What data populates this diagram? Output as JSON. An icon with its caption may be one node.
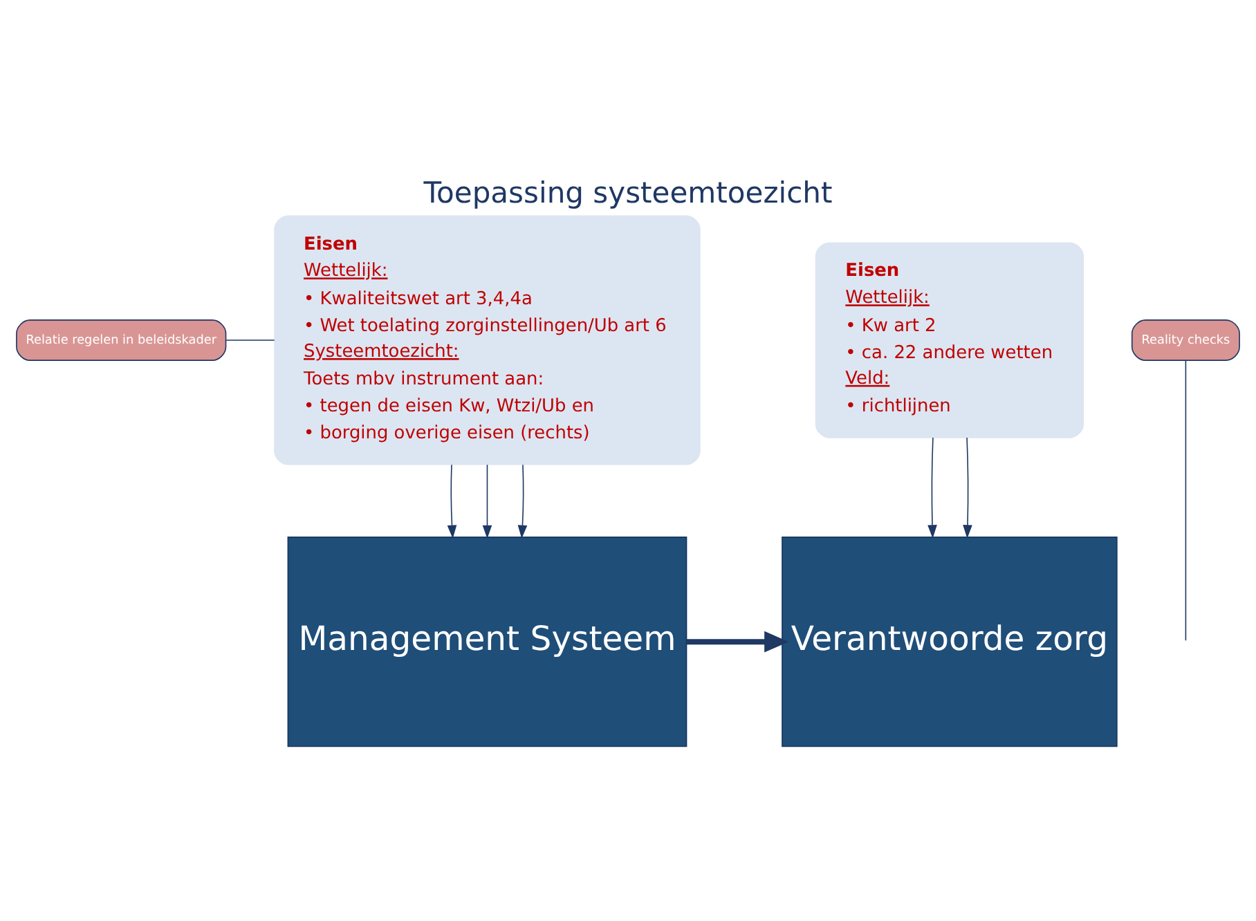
{
  "diagram": {
    "title": "Toepassing systeemtoezicht",
    "nodes": [
      {
        "text": [
          "Relatie regelen in beleidskader"
        ]
      },
      {
        "text": [
          "Eisen",
          "Wettelijk:",
          "• Kwaliteitswet art 3,4,4a",
          "• Wet toelating zorginstellingen/Ub art 6",
          "Systeemtoezicht:",
          "Toets mbv instrument aan:",
          "• tegen de eisen Kw, Wtzi/Ub en",
          "• borging overige eisen (rechts)"
        ]
      },
      {
        "text": [
          "Eisen",
          "Wettelijk:",
          "• Kw art 2",
          "• ca. 22 andere wetten",
          "Veld:",
          "• richtlijnen"
        ]
      },
      {
        "text": [
          "Reality checks"
        ]
      },
      {
        "text": [
          "Management Systeem"
        ]
      },
      {
        "text": [
          "Verantwoorde zorg"
        ]
      }
    ],
    "edges": [
      {
        "from": 0,
        "to": 1,
        "arrow": "none"
      },
      {
        "from": 1,
        "to": 4,
        "arrow": "to"
      },
      {
        "from": 1,
        "to": 4,
        "arrow": "to"
      },
      {
        "from": 1,
        "to": 4,
        "arrow": "to"
      },
      {
        "from": 2,
        "to": 5,
        "arrow": "to"
      },
      {
        "from": 2,
        "to": 5,
        "arrow": "to"
      },
      {
        "from": 3,
        "to": null,
        "arrow": "none"
      },
      {
        "from": 4,
        "to": 5,
        "arrow": "to",
        "style": "thick"
      }
    ]
  }
}
